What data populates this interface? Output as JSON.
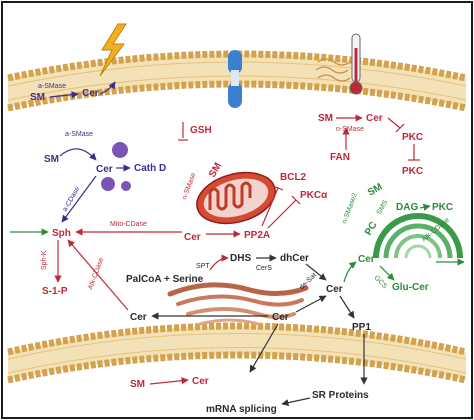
{
  "colors": {
    "frame": "#1a1a1a",
    "membrane_head": "#d4a24c",
    "membrane_tail": "#e9cf8f",
    "red": "#c0283a",
    "blue": "#3a2f8c",
    "purple": "#6a4aa8",
    "green": "#2f8a3a",
    "channel": "#3b7fd0",
    "mito": "#c9402e",
    "golgi": "#b8644a",
    "lightning": "#f0b020"
  },
  "icons": [
    "lightning-icon",
    "ion-channel-icon",
    "thermometer-icon",
    "heat-waves-icon",
    "mitochondrion-icon",
    "golgi-icon",
    "er-icon",
    "vesicle-icon"
  ],
  "labels": {
    "topleft_smase": "a-SMase",
    "topleft_sm": "SM",
    "topleft_cer": "Cer",
    "lyso_smase": "a-SMase",
    "lyso_sm": "SM",
    "lyso_cer": "Cer",
    "cath_d": "Cath D",
    "a_cdase": "a-CDase",
    "gsh": "GSH",
    "n_smase_mito": "n-SMase",
    "mito_sm": "SM",
    "mito_cer": "Cer",
    "pp2a": "PP2A",
    "bcl2": "BCL2",
    "pkca": "PKCα",
    "mito_cdase": "Mito-CDase",
    "sph": "Sph",
    "sph_k": "Sph-K",
    "s1p": "S-1-P",
    "alk_cdase": "Alk-CDase",
    "palcoa": "PalCoA + Serine",
    "spt": "SPT",
    "dhs": "DHS",
    "dhcer": "dhCer",
    "cers": "CerS",
    "de_sat": "de-Sat",
    "cer_mid": "Cer",
    "cer_left": "Cer",
    "cer_center": "Cer",
    "pp1": "PP1",
    "tr_sm": "SM",
    "tr_nsmase": "n-SMase",
    "tr_cer": "Cer",
    "pkc1": "PKC",
    "pkc2": "PKC",
    "fan": "FAN",
    "n_smase2": "n-SMase2",
    "golgi_sm": "SM",
    "sms": "SMS",
    "pc": "PC",
    "dag": "DAG",
    "pkc_green": "PKC",
    "golgi_cer": "Cer",
    "alk_cdase2": "Alk-CDase",
    "gcs": "GCS",
    "glu_cer": "Glu-Cer",
    "bottom_sm": "SM",
    "bottom_cer": "Cer",
    "sr_proteins": "SR Proteins",
    "mrna_splicing": "mRNA splicing"
  }
}
